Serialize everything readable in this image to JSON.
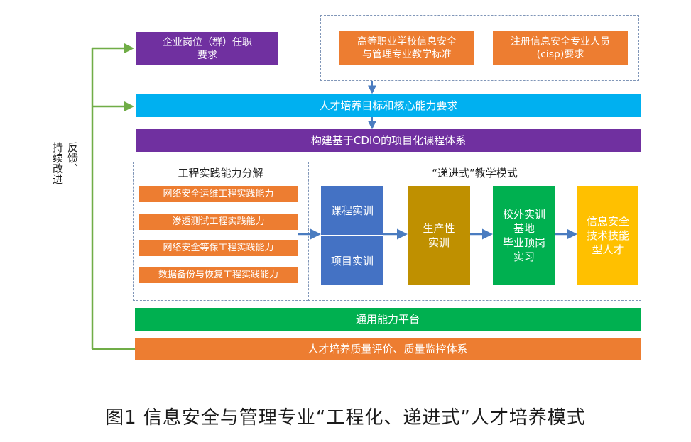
{
  "feedback_label": "反馈、\n持续改进",
  "top": {
    "job_requirements": "企业岗位（群）任职\n要求",
    "teaching_standard": "高等职业学校信息安全\n与管理专业教学标准",
    "cisp_requirements": "注册信息安全专业人员\n(cisp)要求"
  },
  "talent_goal": "人才培养目标和核心能力要求",
  "curriculum_system": "构建基于CDIO的项目化课程体系",
  "decomposition": {
    "title": "工程实践能力分解",
    "items": [
      "网络安全运维工程实践能力",
      "渗透测试工程实践能力",
      "网络安全等保工程实践能力",
      "数据备份与恢复工程实践能力"
    ]
  },
  "progressive": {
    "title": "“递进式”教学模式",
    "course_training": "课程实训",
    "project_training": "项目实训",
    "production_training": "生产性\n实训",
    "offcampus": "校外实训\n基地\n毕业顶岗\n实习",
    "result": "信息安全\n技术技能\n型人才"
  },
  "general_platform": "通用能力平台",
  "quality_system": "人才培养质量评价、质量监控体系",
  "caption": "图1   信息安全与管理专业“工程化、递进式”人才培养模式",
  "colors": {
    "purple": "#7030a0",
    "orange": "#ed7d31",
    "cyan": "#00b0f0",
    "blue": "#4472c4",
    "olive": "#bf9000",
    "green": "#00b050",
    "yellow": "#ffc000",
    "feedback_line": "#70ad47",
    "arrow": "#4a7cc0"
  }
}
